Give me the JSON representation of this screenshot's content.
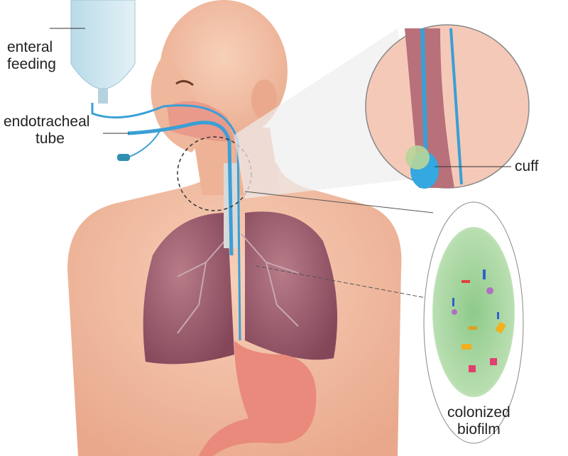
{
  "labels": {
    "enteral_feeding": [
      "enteral",
      "feeding"
    ],
    "endotracheal_tube": [
      "endotracheal",
      "tube"
    ],
    "cuff": "cuff",
    "colonized_biofilm": [
      "colonized",
      "biofilm"
    ]
  },
  "colors": {
    "skin": "#f2bfa4",
    "lung": "#9a5a6a",
    "tube": "#3a9fd6",
    "stomach": "#e98a7c",
    "biofilm": "#8cc88a",
    "feeding_bag": "#cfe6ee"
  }
}
